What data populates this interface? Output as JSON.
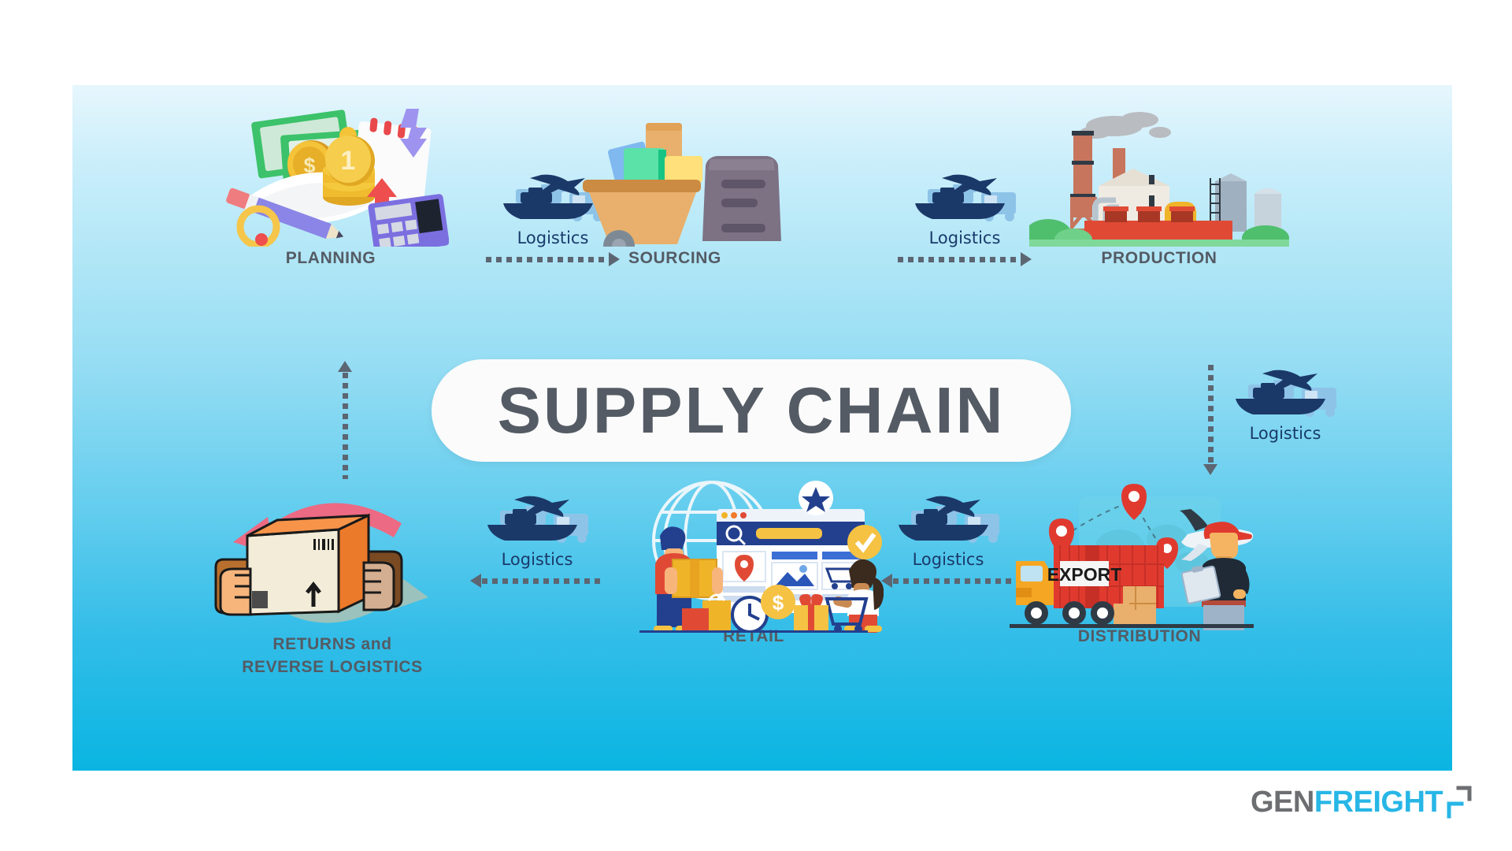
{
  "title": "SUPPLY CHAIN",
  "colors": {
    "panel_top": "#e7f6fd",
    "panel_bottom": "#0ab5e2",
    "label_grey": "#545b64",
    "logistics_navy": "#193a6b",
    "arrow_grey": "#5c6672",
    "brand_grey": "#6d6e71",
    "brand_cyan": "#27b6e6",
    "page_background": "#ffffff"
  },
  "stages": [
    {
      "id": "planning",
      "label": "PLANNING",
      "icon_name": "planning-illustration",
      "row": "top",
      "order": 1
    },
    {
      "id": "sourcing",
      "label": "SOURCING",
      "icon_name": "sourcing-cart-illustration",
      "row": "top",
      "order": 2
    },
    {
      "id": "production",
      "label": "PRODUCTION",
      "icon_name": "factory-illustration",
      "row": "top",
      "order": 3
    },
    {
      "id": "distribution",
      "label": "DISTRIBUTION",
      "icon_name": "export-truck-illustration",
      "row": "bottom",
      "order": 4
    },
    {
      "id": "retail",
      "label": "RETAIL",
      "icon_name": "ecommerce-illustration",
      "row": "bottom",
      "order": 5
    },
    {
      "id": "returns",
      "label": "RETURNS and\nREVERSE LOGISTICS",
      "icon_name": "returns-box-illustration",
      "row": "bottom",
      "order": 6
    }
  ],
  "connectors": [
    {
      "id": "planning-to-sourcing",
      "label": "Logistics",
      "direction": "right",
      "orientation": "horizontal"
    },
    {
      "id": "sourcing-to-production",
      "label": "Logistics",
      "direction": "right",
      "orientation": "horizontal"
    },
    {
      "id": "production-to-distribution",
      "label": "Logistics",
      "direction": "down",
      "orientation": "vertical"
    },
    {
      "id": "distribution-to-retail",
      "label": "Logistics",
      "direction": "left",
      "orientation": "horizontal"
    },
    {
      "id": "retail-to-returns",
      "label": "Logistics",
      "direction": "left",
      "orientation": "horizontal"
    },
    {
      "id": "returns-to-planning",
      "label": "",
      "direction": "up",
      "orientation": "vertical"
    }
  ],
  "distribution_art": {
    "container_text": "EXPORT"
  },
  "logo": {
    "part1": "GEN",
    "part2": "FREIGHT",
    "mark_name": "bracket-mark"
  }
}
